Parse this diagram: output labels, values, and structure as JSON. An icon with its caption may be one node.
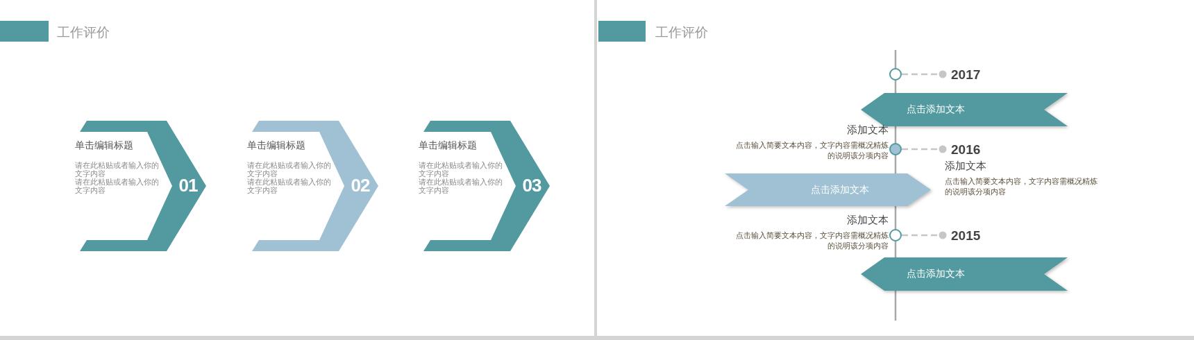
{
  "diagram": {
    "nodes": [
      {
        "text": [
          "单击编辑标题",
          "请在此粘贴或者输入你的文字内容",
          "请在此粘贴或者输入你的文字内容",
          "01"
        ]
      },
      {
        "text": [
          "单击编辑标题",
          "请在此粘贴或者输入你的文字内容",
          "请在此粘贴或者输入你的文字内容",
          "02"
        ]
      },
      {
        "text": [
          "单击编辑标题",
          "请在此粘贴或者输入你的文字内容",
          "请在此粘贴或者输入你的文字内容",
          "03"
        ]
      },
      {
        "text": [],
        "shape": "circle"
      },
      {
        "text": [
          "2017"
        ]
      },
      {
        "text": [
          "点击添加文本"
        ]
      },
      {
        "text": [
          "添加文本",
          "点击输入简要文本内容，文字内容需概况精炼的说明该分项内容"
        ]
      },
      {
        "text": [],
        "shape": "circle"
      },
      {
        "text": [
          "2016"
        ]
      },
      {
        "text": [
          "添加文本",
          "点击输入简要文本内容，文字内容需概况精炼的说明该分项内容"
        ]
      },
      {
        "text": [
          "点击添加文本"
        ]
      },
      {
        "text": [
          "添加文本",
          "点击输入简要文本内容，文字内容需概况精炼的说明该分项内容"
        ]
      },
      {
        "text": [],
        "shape": "circle"
      },
      {
        "text": [
          "2015"
        ]
      },
      {
        "text": [
          "点击添加文本"
        ]
      }
    ],
    "edges": [
      {
        "from": 3,
        "to": 4,
        "arrow": "other",
        "style": "dashed"
      },
      {
        "from": 7,
        "to": 8,
        "arrow": "other",
        "style": "dashed"
      },
      {
        "from": 12,
        "to": 13,
        "arrow": "other",
        "style": "dashed"
      }
    ],
    "labels": [
      "工作评价",
      "工作评价"
    ]
  }
}
